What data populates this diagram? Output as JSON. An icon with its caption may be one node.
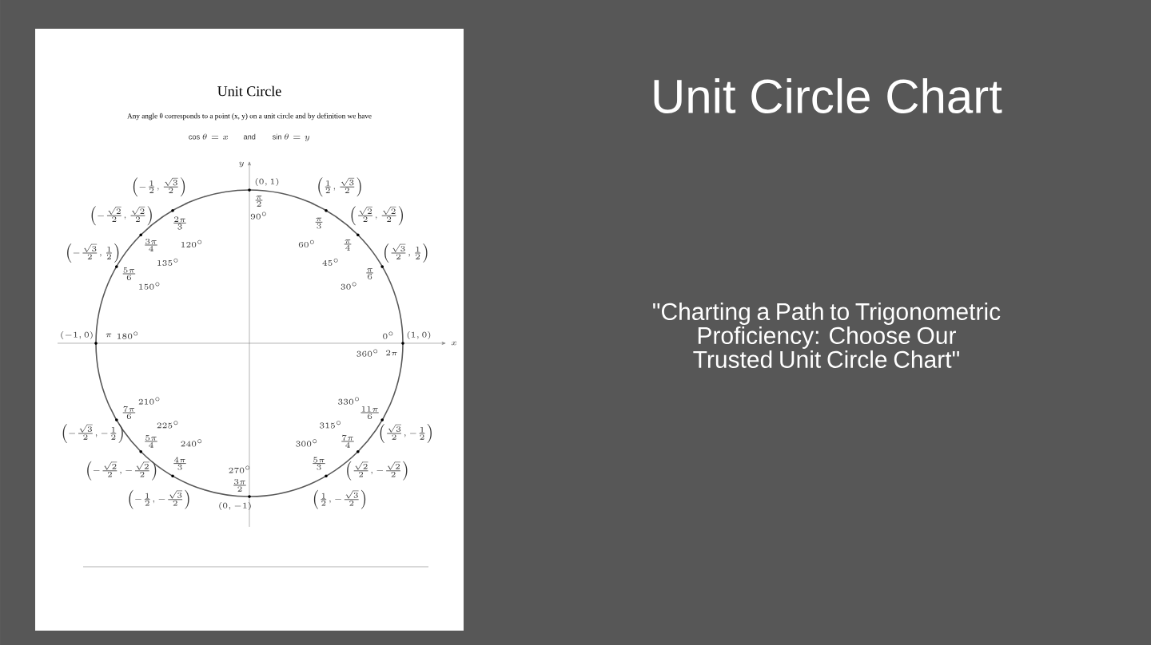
{
  "diagram": {
    "title": "Unit Circle Chart",
    "labels": [
      "Unit Circle",
      "Any angle θ corresponds to a point (x, y) on a unit circle and by definition we have",
      "\\cos\\theta = x \\qquad\\mbox{and}\\qquad \\sin\\theta = y",
      "(0,1)",
      "\\frac{\\pi}{2}",
      "90^\\circ",
      "\\left(-\\frac{1}{2},\\frac{\\sqrt{3}}{2}\\right)",
      "\\frac{2\\pi}{3}",
      "120^\\circ",
      "\\left(\\frac{1}{2},\\frac{\\sqrt{3}}{2}\\right)",
      "\\frac{\\pi}{3}",
      "60^\\circ",
      "\\left(-\\frac{\\sqrt{2}}{2},\\frac{\\sqrt{2}}{2}\\right)",
      "\\frac{3\\pi}{4}",
      "135^\\circ",
      "\\left(\\frac{\\sqrt{2}}{2},\\frac{\\sqrt{2}}{2}\\right)",
      "\\frac{\\pi}{4}",
      "45^\\circ",
      "\\left(-\\frac{\\sqrt{3}}{2},\\frac{1}{2}\\right)",
      "\\frac{5\\pi}{6}",
      "150^\\circ",
      "\\left(\\frac{\\sqrt{3}}{2},\\frac{1}{2}\\right)",
      "\\frac{\\pi}{6}",
      "30^\\circ",
      "(-1,0)",
      "\\pi",
      "180^\\circ",
      "(1,0)",
      "0^\\circ",
      "2\\pi",
      "360^\\circ",
      "\\left(-\\frac{\\sqrt{3}}{2},-\\frac{1}{2}\\right)",
      "\\frac{7\\pi}{6}",
      "210^\\circ",
      "\\left(\\frac{\\sqrt{3}}{2},-\\frac{1}{2}\\right)",
      "\\frac{11\\pi}{6}",
      "330^\\circ",
      "\\left(-\\frac{\\sqrt{2}}{2},-\\frac{\\sqrt{2}}{2}\\right)",
      "\\frac{5\\pi}{4}",
      "225^\\circ",
      "\\left(\\frac{\\sqrt{2}}{2},-\\frac{\\sqrt{2}}{2}\\right)",
      "\\frac{7\\pi}{4}",
      "315^\\circ",
      "\\left(-\\frac{1}{2},-\\frac{\\sqrt{3}}{2}\\right)",
      "\\frac{4\\pi}{3}",
      "240^\\circ",
      "\\left(\\frac{1}{2},-\\frac{\\sqrt{3}}{2}\\right)",
      "\\frac{5\\pi}{3}",
      "300^\\circ",
      "(0,-1)",
      "\\frac{3\\pi}{2}",
      "270^\\circ",
      "x",
      "y",
      "\"Charting a Path to Trigonometric Proficiency: Choose Our Trusted Unit Circle Chart\""
    ]
  }
}
